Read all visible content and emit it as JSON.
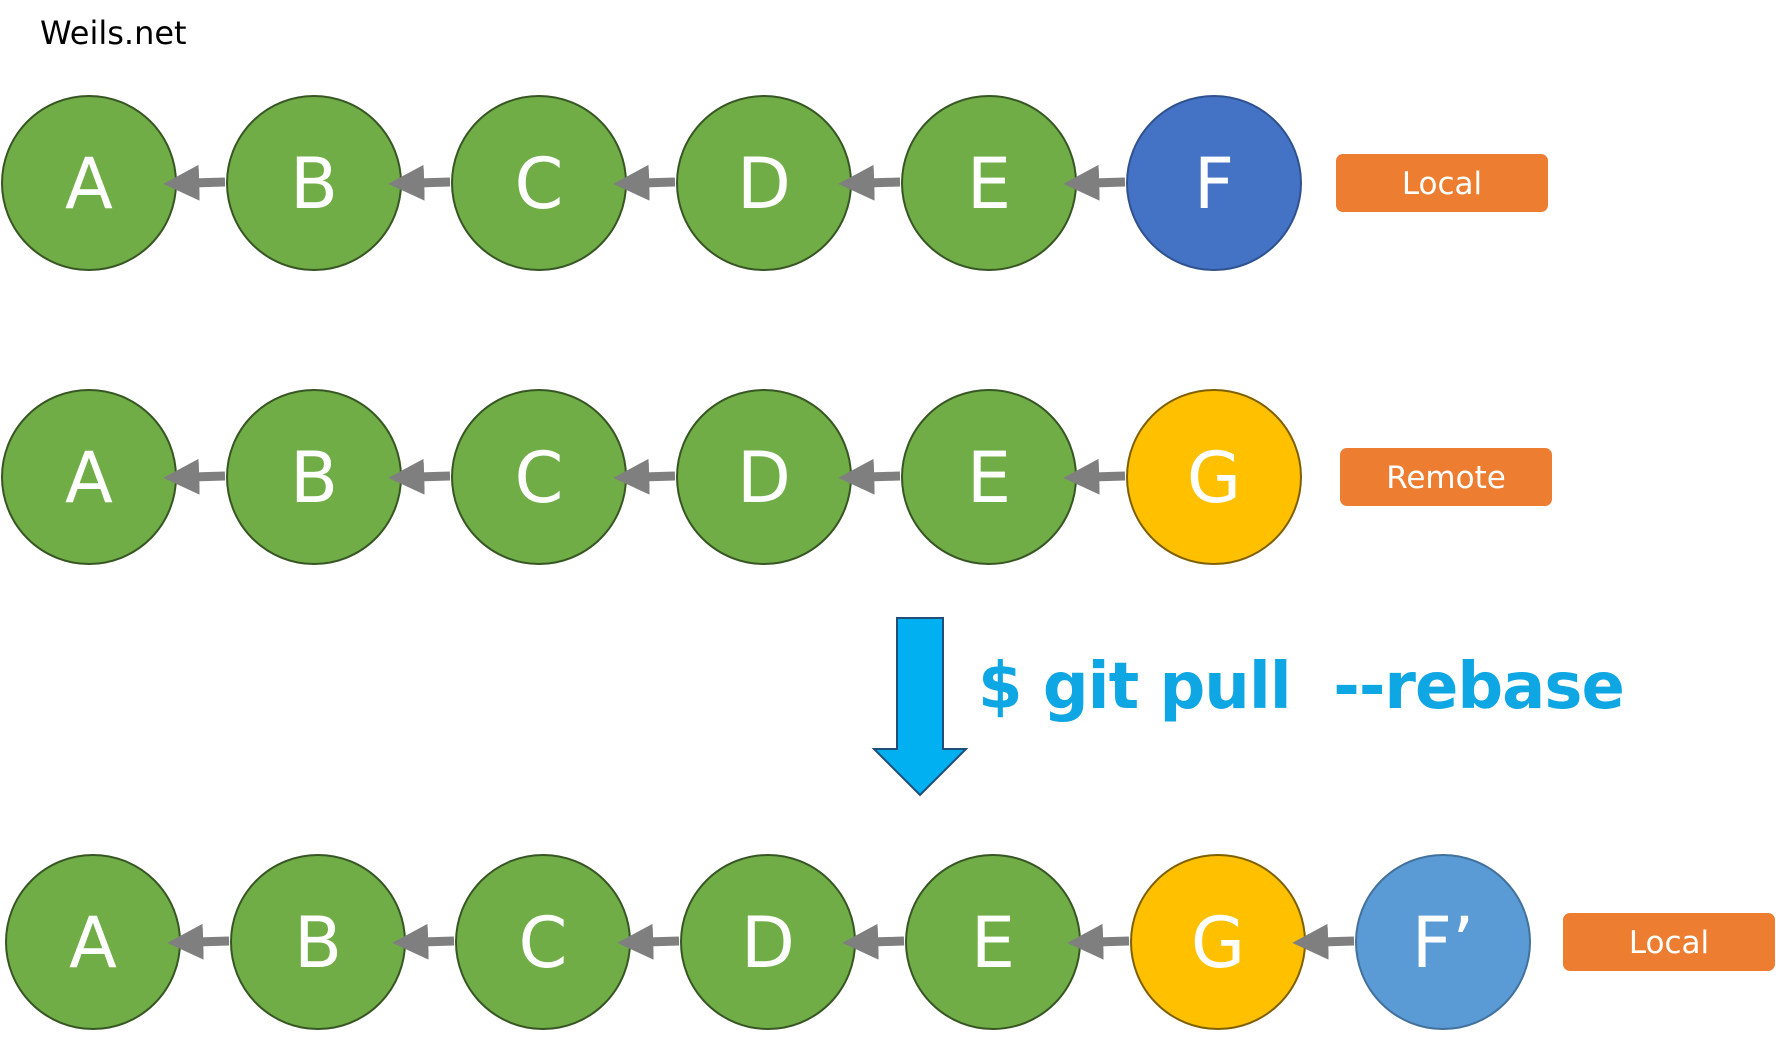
{
  "site": "Weils.net",
  "command": "$ git pull  --rebase",
  "colors": {
    "green": "#70ad47",
    "blue": "#4472c4",
    "light_blue": "#5b9bd5",
    "yellow": "#ffc000",
    "orange": "#ed7d31",
    "arrow_gray": "#7f7f7f",
    "command_blue": "#00b0f0"
  },
  "rows": [
    {
      "commits": [
        {
          "label": "A",
          "color": "green"
        },
        {
          "label": "B",
          "color": "green"
        },
        {
          "label": "C",
          "color": "green"
        },
        {
          "label": "D",
          "color": "green"
        },
        {
          "label": "E",
          "color": "green"
        },
        {
          "label": "F",
          "color": "blue"
        }
      ],
      "tag": "Local"
    },
    {
      "commits": [
        {
          "label": "A",
          "color": "green"
        },
        {
          "label": "B",
          "color": "green"
        },
        {
          "label": "C",
          "color": "green"
        },
        {
          "label": "D",
          "color": "green"
        },
        {
          "label": "E",
          "color": "green"
        },
        {
          "label": "G",
          "color": "yellow"
        }
      ],
      "tag": "Remote"
    },
    {
      "commits": [
        {
          "label": "A",
          "color": "green"
        },
        {
          "label": "B",
          "color": "green"
        },
        {
          "label": "C",
          "color": "green"
        },
        {
          "label": "D",
          "color": "green"
        },
        {
          "label": "E",
          "color": "green"
        },
        {
          "label": "G",
          "color": "yellow"
        },
        {
          "label": "F’",
          "color": "light_blue"
        }
      ],
      "tag": "Local"
    }
  ]
}
